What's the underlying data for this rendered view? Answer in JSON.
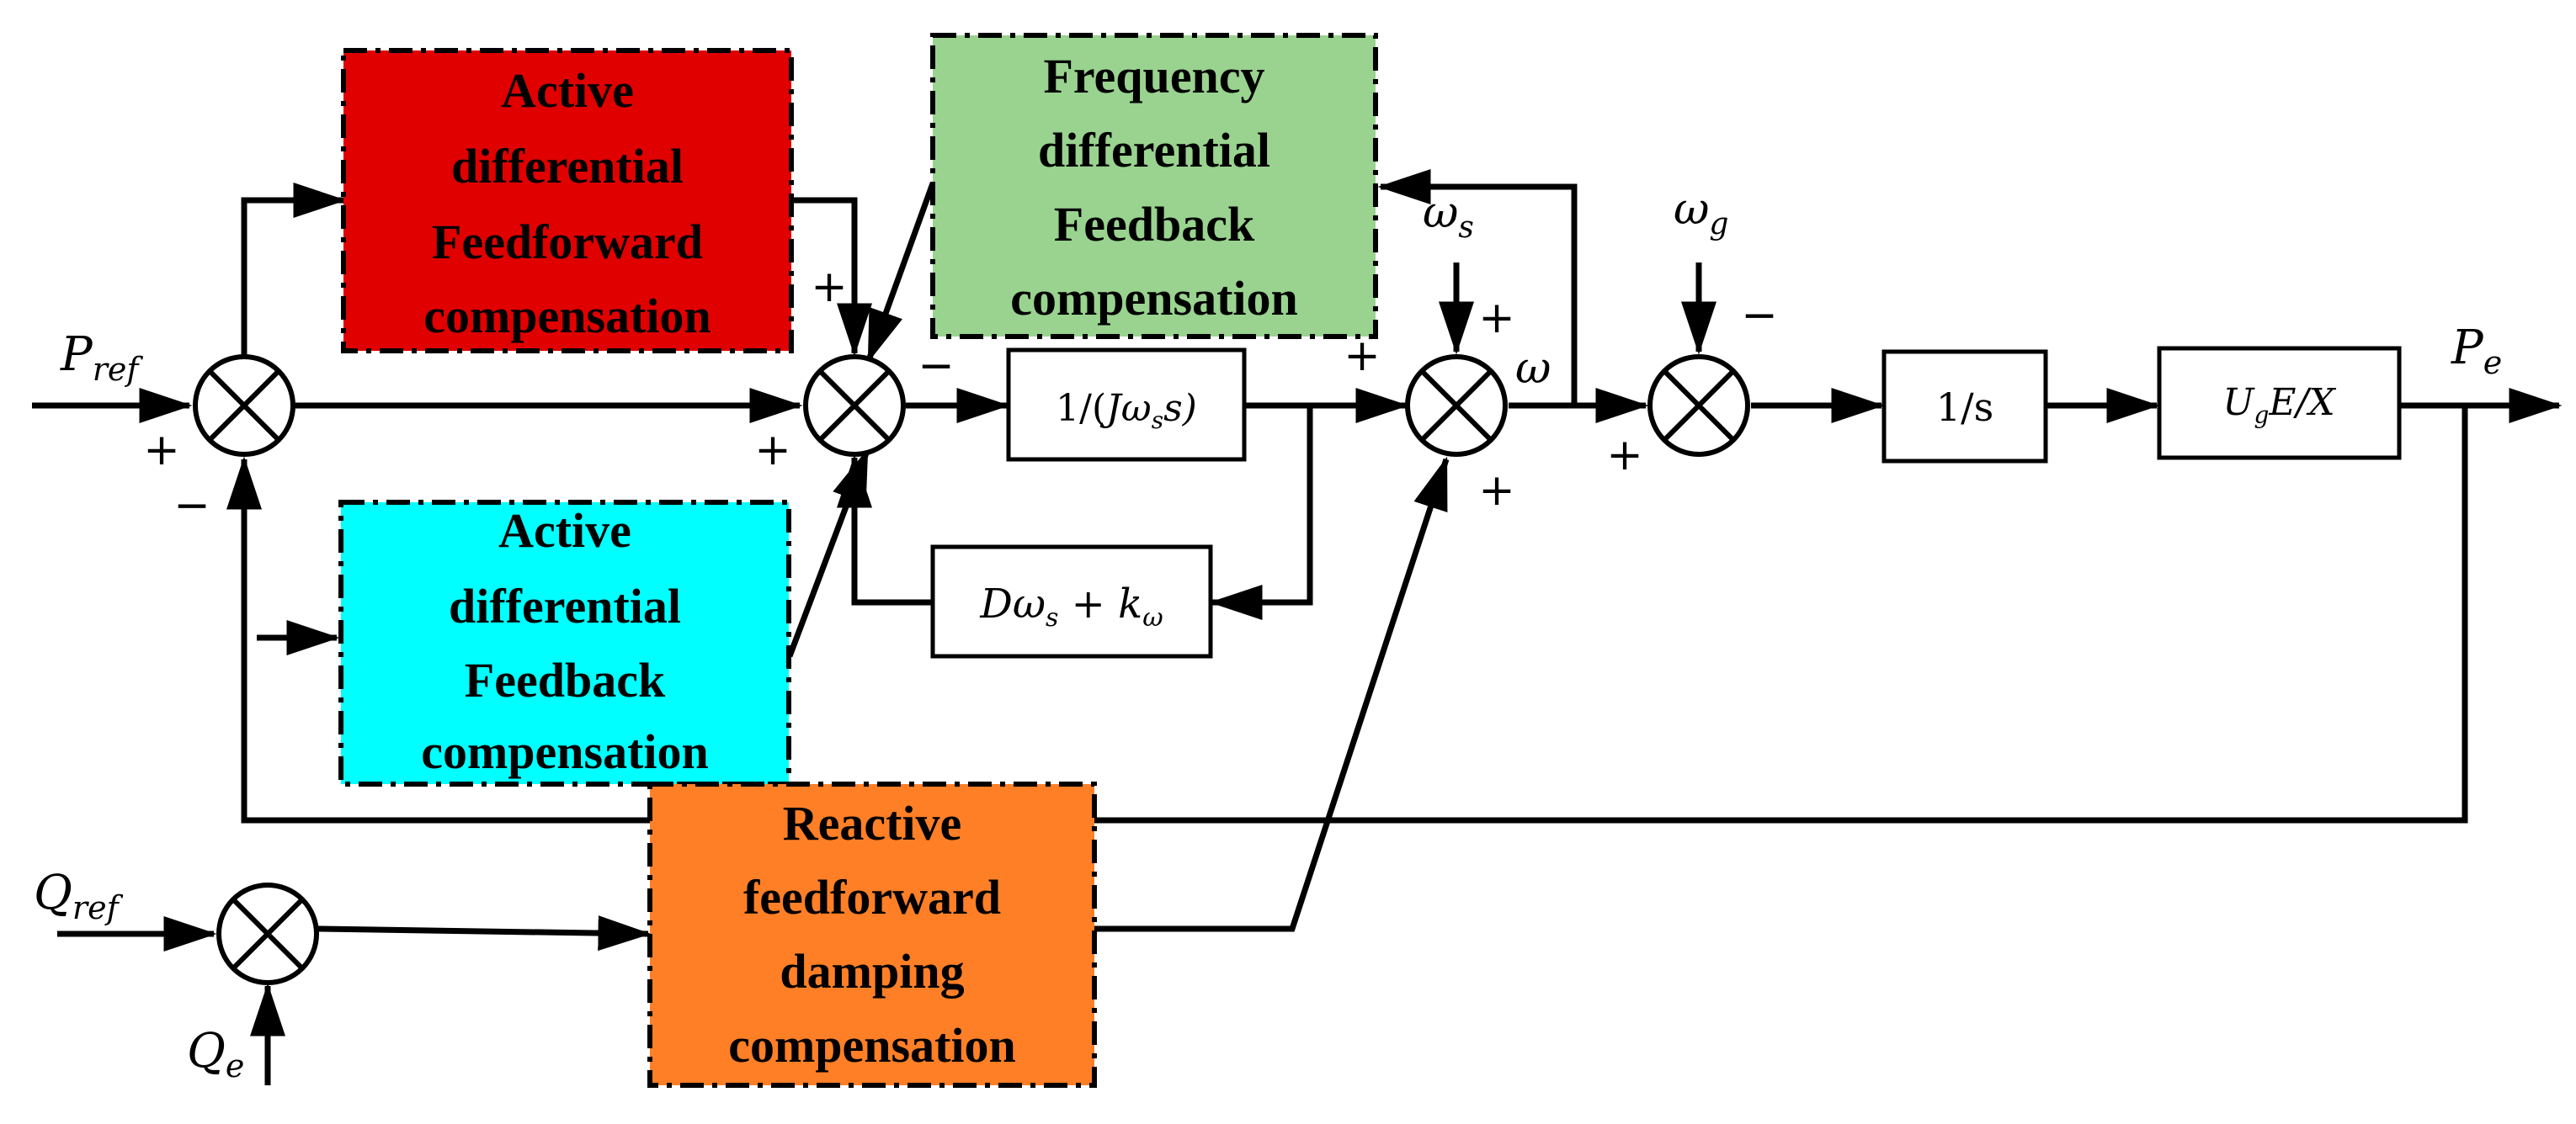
{
  "blocks": {
    "active_ff": {
      "lines": [
        "Active",
        "differential",
        "Feedforward",
        "compensation"
      ],
      "color": "#e00000"
    },
    "freq_fb": {
      "lines": [
        "Frequency",
        "differential",
        "Feedback",
        "compensation"
      ],
      "color": "#99d38f"
    },
    "active_fb": {
      "lines": [
        "Active",
        "differential",
        "Feedback",
        "compensation"
      ],
      "color": "#00ffff"
    },
    "reactive_ff": {
      "lines": [
        "Reactive",
        "feedforward",
        "damping",
        "compensation"
      ],
      "color": "#ff7f27"
    }
  },
  "tf": {
    "inertia": {
      "pre": "1/(",
      "J": "J",
      "w": "ω",
      "sub": "s",
      "post": "s)"
    },
    "damping": {
      "D": "D",
      "w": "ω",
      "sub": "s",
      "plus": " + k",
      "ksub": "ω"
    },
    "integrator": "1/s",
    "power": {
      "U": "U",
      "usub": "g",
      "rest": "E/X"
    }
  },
  "signals": {
    "pref": {
      "main": "P",
      "sub": "ref"
    },
    "qref": {
      "main": "Q",
      "sub": "ref"
    },
    "qe": {
      "main": "Q",
      "sub": "e"
    },
    "pe": {
      "main": "P",
      "sub": "e"
    },
    "ws": {
      "main": "ω",
      "sub": "s"
    },
    "wg": {
      "main": "ω",
      "sub": "g"
    },
    "w": "ω"
  },
  "signs": {
    "sum1_in": "+",
    "sum1_fb": "−",
    "sum2_top": "+",
    "sum2_left": "+",
    "sum2_out": "−",
    "sum3_left": "+",
    "sum3_top": "+",
    "sum3_bottom": "+",
    "sum4_left": "+",
    "sum4_top": "−"
  }
}
